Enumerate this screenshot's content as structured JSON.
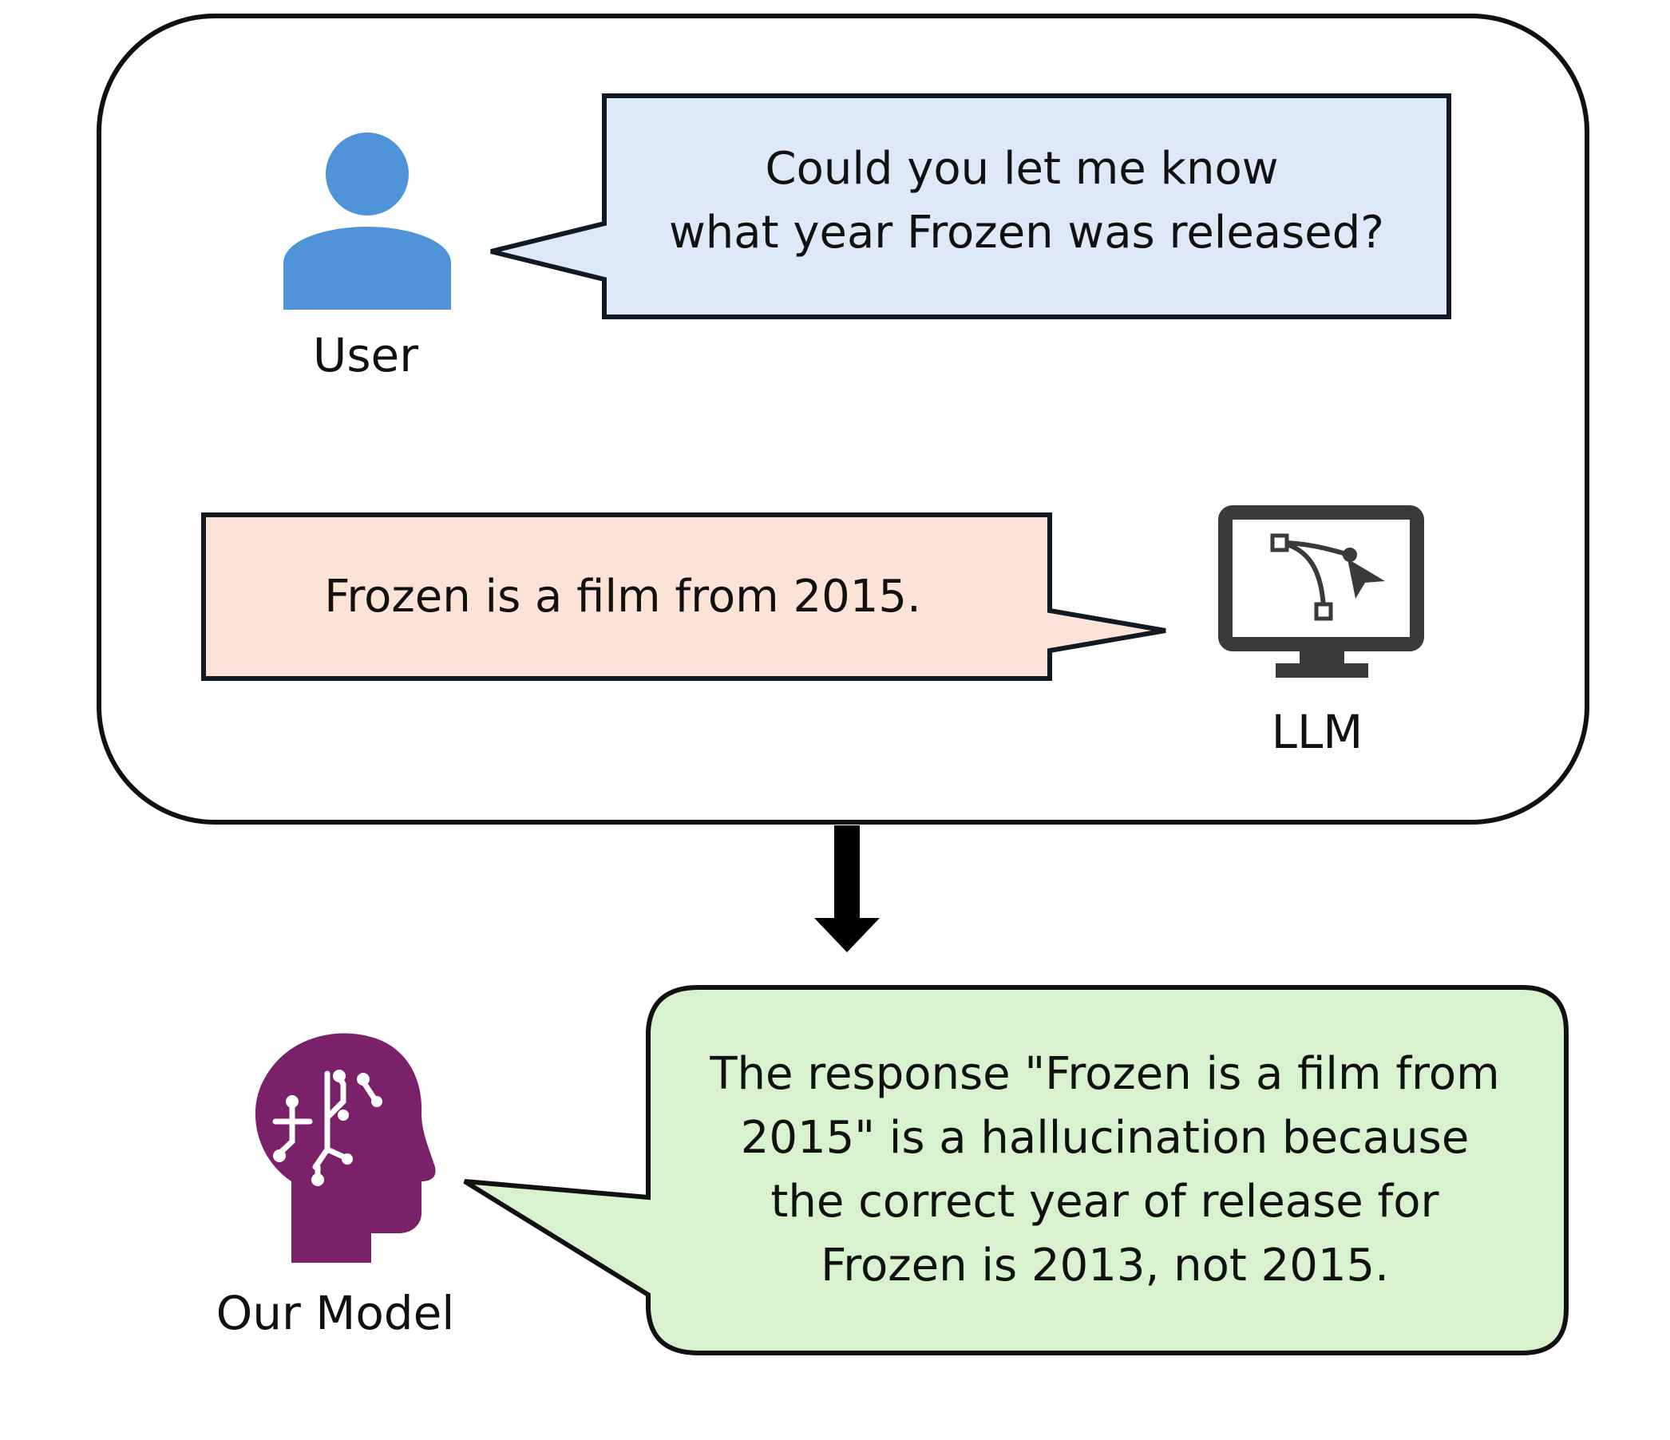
{
  "user": {
    "label": "User",
    "question_lines": [
      "Could you let me know",
      "what year Frozen was released?"
    ]
  },
  "llm": {
    "label": "LLM",
    "response": "Frozen is a film from 2015."
  },
  "model": {
    "label": "Our Model",
    "verdict_lines": [
      "The response \"Frozen is a film from",
      "2015\" is a hallucination because",
      "the correct year of release for",
      "Frozen is 2013, not 2015."
    ]
  },
  "colors": {
    "user_icon": "#4f94d8",
    "question_bubble": "#dde9f6",
    "response_bubble": "#fbe3d7",
    "verdict_bubble": "#d8f1ce",
    "model_icon": "#7a216a",
    "monitor_icon": "#3a3a3a",
    "stroke": "#111111"
  },
  "icons": {
    "user": "person-icon",
    "llm": "monitor-vector-icon",
    "model": "head-circuit-icon"
  }
}
